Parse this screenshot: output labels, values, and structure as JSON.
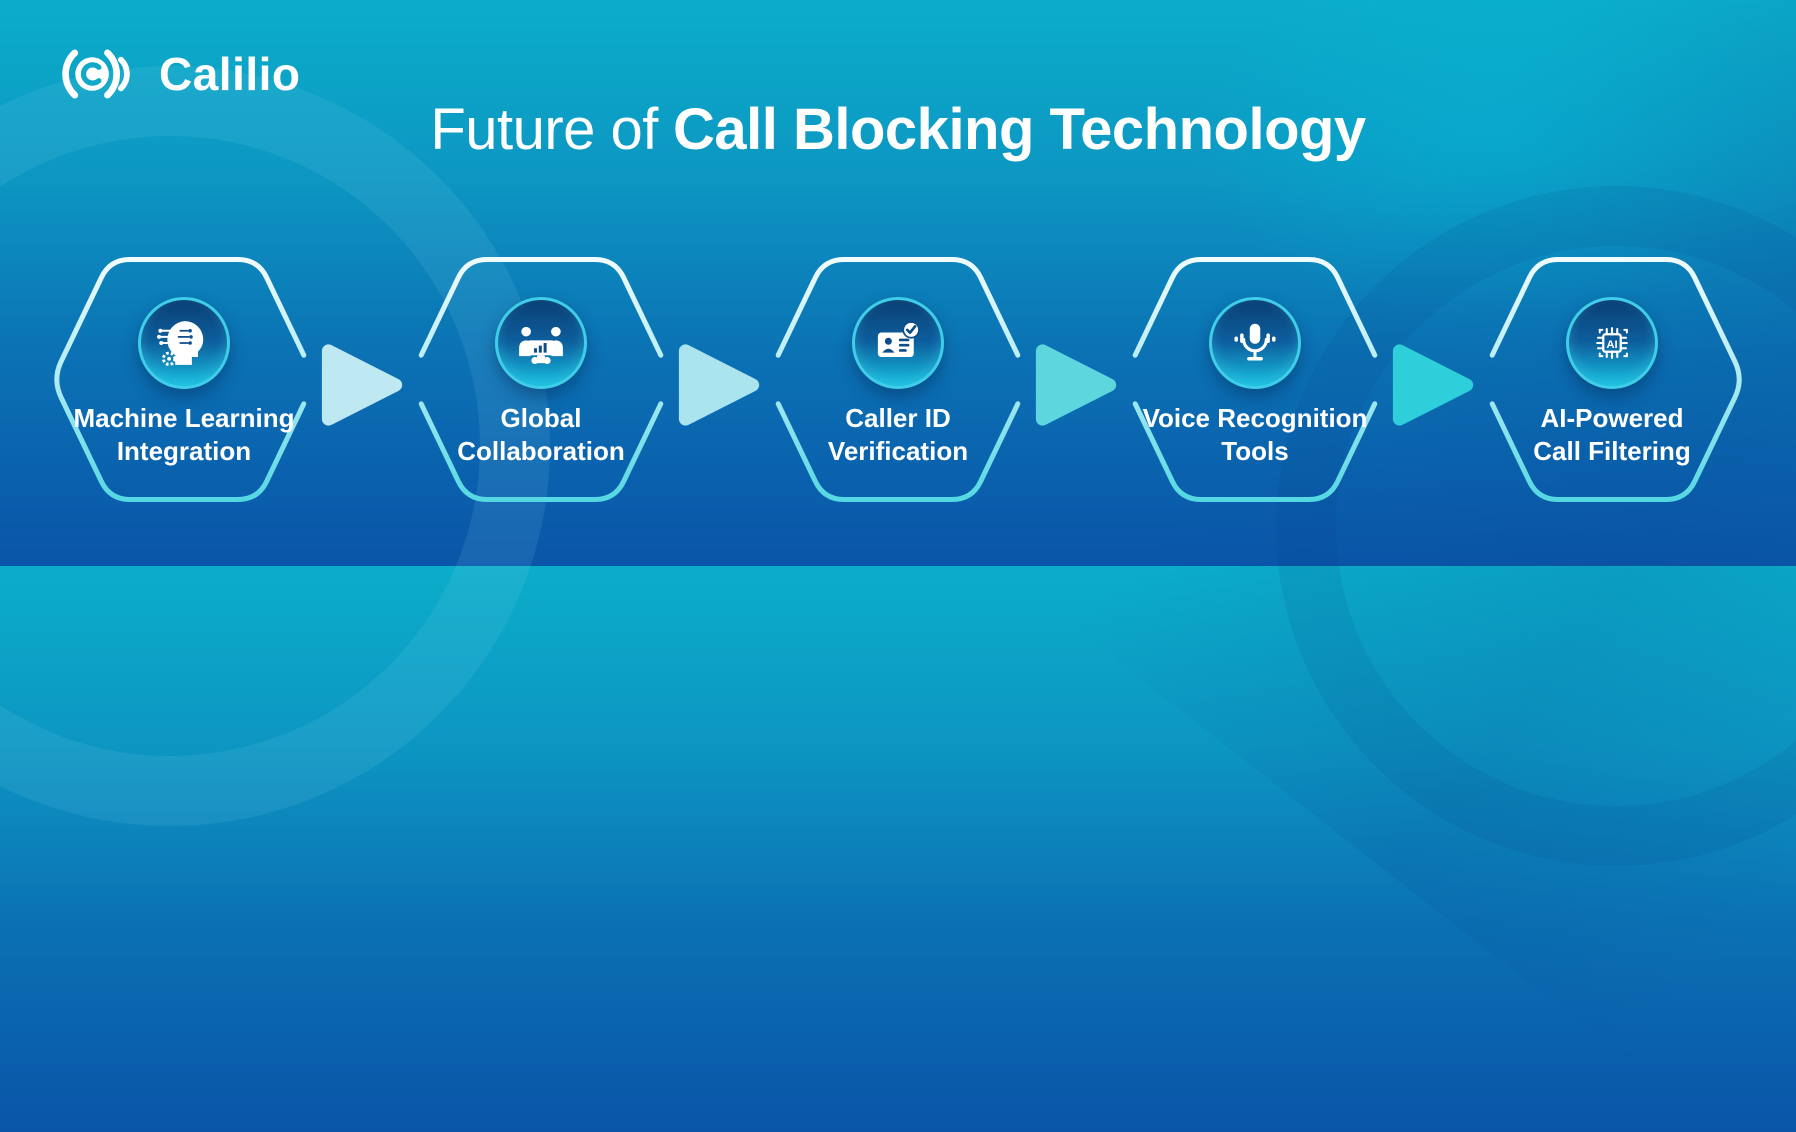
{
  "logo": {
    "text": "Calilio",
    "icon": "calilio-soundwave-icon"
  },
  "title": {
    "prefix": "Future of",
    "emphasis": "Call Blocking Technology"
  },
  "colors": {
    "background_top": "#0BADCA",
    "background_bottom": "#0A55A8",
    "hexagon_stroke_top": "#F2FCFE",
    "hexagon_stroke_bottom": "#52D7E2",
    "circle_ring": "#3FCDE8",
    "circle_fill_top": "#0B3F74",
    "circle_fill_bottom": "#17BCDE",
    "text": "#FFFFFF"
  },
  "steps": [
    {
      "icon": "machine-learning-icon",
      "line1": "Machine Learning",
      "line2": "Integration"
    },
    {
      "icon": "global-collaboration-icon",
      "line1": "Global",
      "line2": "Collaboration"
    },
    {
      "icon": "caller-id-verification-icon",
      "line1": "Caller ID",
      "line2": "Verification"
    },
    {
      "icon": "voice-recognition-icon",
      "line1": "Voice Recognition",
      "line2": "Tools"
    },
    {
      "icon": "ai-call-filtering-icon",
      "line1": "AI-Powered",
      "line2": "Call Filtering"
    }
  ],
  "arrows": [
    {
      "color": "#BEE8F2"
    },
    {
      "color": "#A9E4EF"
    },
    {
      "color": "#5ED6DE"
    },
    {
      "color": "#2ECEDA"
    }
  ]
}
